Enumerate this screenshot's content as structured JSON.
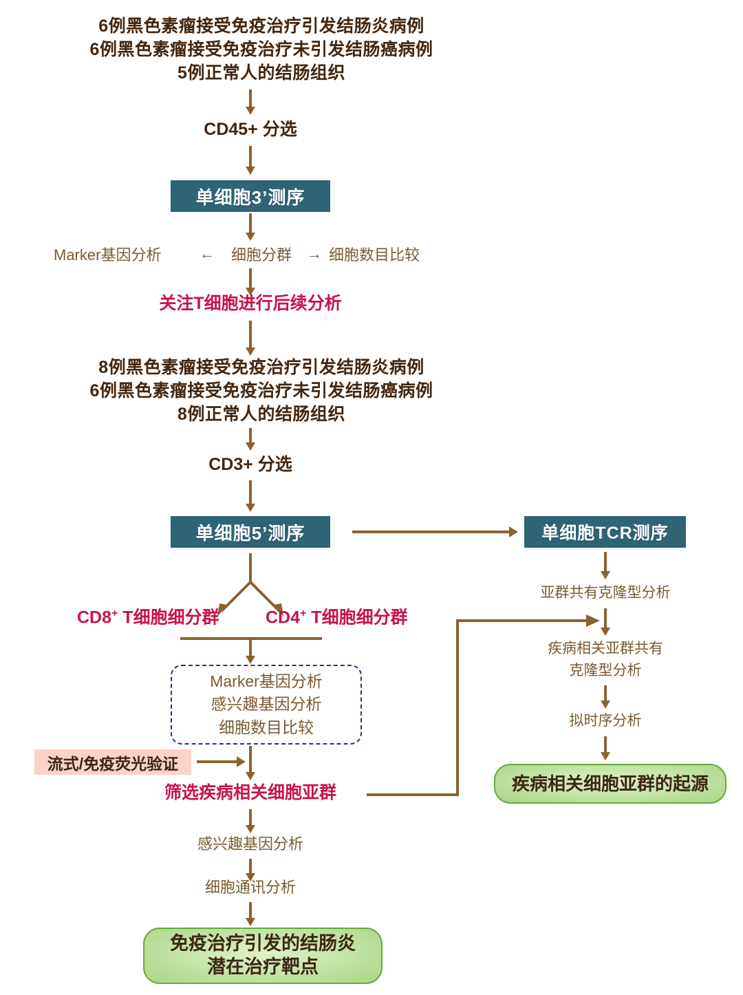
{
  "diagram": {
    "title": "单细胞测序研究免疫治疗引发结肠炎流程图",
    "colors": {
      "connector": "#8a6230",
      "teal_box": "#2f6474",
      "red_text": "#c9134a",
      "pink_box": "#fad2ca",
      "green_box_border": "#6aa840",
      "dashed_border": "#2a2f8f",
      "brown_text": "#43260f",
      "light_brown_text": "#7a5a33"
    },
    "cohort1": {
      "line1": "6例黑色素瘤接受免疫治疗引发结肠炎病例",
      "line2": "6例黑色素瘤接受免疫治疗未引发结肠癌病例",
      "line3": "5例正常人的结肠组织"
    },
    "sort1_label": "CD45+ 分选",
    "seq3_box": "单细胞3’测序",
    "analysis_row": {
      "left": "Marker基因分析",
      "left_arrow": "←",
      "center": "细胞分群",
      "right_arrow": "→",
      "right": "细胞数目比较"
    },
    "focus_t_cells": "关注T细胞进行后续分析",
    "cohort2": {
      "line1": "8例黑色素瘤接受免疫治疗引发结肠炎病例",
      "line2": "6例黑色素瘤接受免疫治疗未引发结肠癌病例",
      "line3": "8例正常人的结肠组织"
    },
    "sort2_label": "CD3+ 分选",
    "seq5_box": "单细胞5’测序",
    "tcr_box": "单细胞TCR测序",
    "cd8_label_prefix": "CD8",
    "cd8_label_sup": "+",
    "cd8_label_suffix": " T细胞细分群",
    "cd4_label_prefix": "CD4",
    "cd4_label_sup": "+",
    "cd4_label_suffix": " T细胞细分群",
    "dashed_box": {
      "line1": "Marker基因分析",
      "line2": "感兴趣基因分析",
      "line3": "细胞数目比较"
    },
    "validation_box": "流式/免疫荧光验证",
    "screen_subsets": "筛选疾病相关细胞亚群",
    "gene_of_interest": "感兴趣基因分析",
    "cell_comm": "细胞通讯分析",
    "green_left": {
      "line1": "免疫治疗引发的结肠炎",
      "line2": "潜在治疗靶点"
    },
    "tcr_chain": {
      "step1": "亚群共有克隆型分析",
      "step2_line1": "疾病相关亚群共有",
      "step2_line2": "克隆型分析",
      "step3": "拟时序分析"
    },
    "green_right": "疾病相关细胞亚群的起源"
  }
}
